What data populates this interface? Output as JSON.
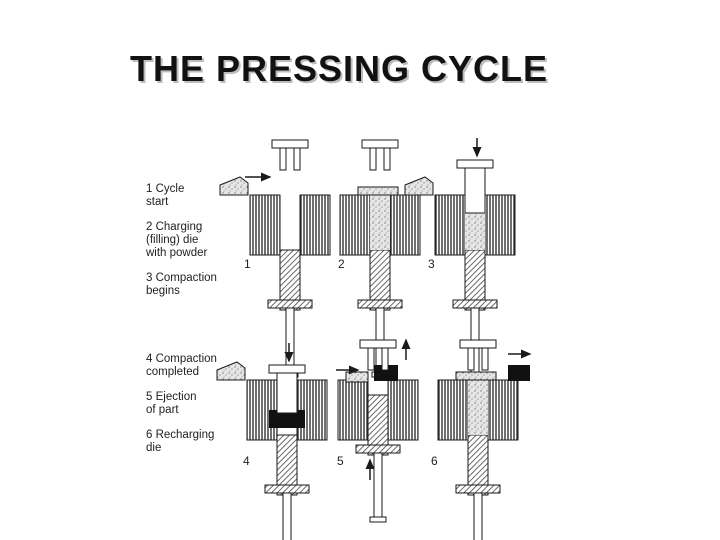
{
  "title": "THE PRESSING CYCLE",
  "legend": [
    {
      "number": "1",
      "lines": [
        "1 Cycle",
        "start"
      ]
    },
    {
      "number": "2",
      "lines": [
        "2 Charging",
        "(filling) die",
        "with powder"
      ]
    },
    {
      "number": "3",
      "lines": [
        "3 Compaction",
        "begins"
      ]
    },
    {
      "number": "4",
      "lines": [
        "4 Compaction",
        "completed"
      ]
    },
    {
      "number": "5",
      "lines": [
        "5 Ejection",
        "of part"
      ]
    },
    {
      "number": "6",
      "lines": [
        "6 Recharging",
        "die"
      ]
    }
  ],
  "stage_labels": [
    "1",
    "2",
    "3",
    "4",
    "5",
    "6"
  ],
  "colors": {
    "ink": "#1a1a1a",
    "hatch": "#555555",
    "powder": "#d9d9d9",
    "part": "#111111"
  }
}
